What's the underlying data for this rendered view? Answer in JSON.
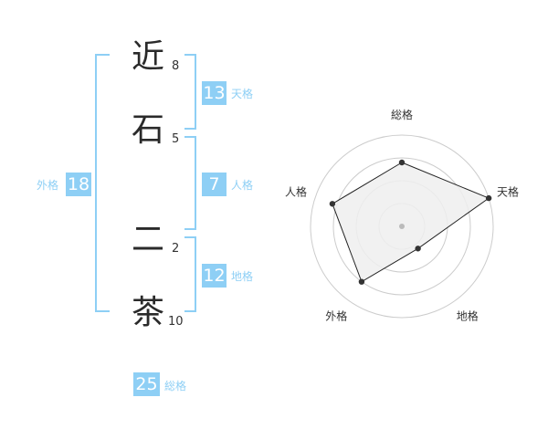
{
  "name": {
    "chars": [
      {
        "char": "近",
        "strokes": "8"
      },
      {
        "char": "石",
        "strokes": "5"
      },
      {
        "char": "二",
        "strokes": "2"
      },
      {
        "char": "茶",
        "strokes": "10"
      }
    ]
  },
  "fortune": {
    "tenkaku": {
      "value": "13",
      "label": "天格"
    },
    "jinkaku": {
      "value": "7",
      "label": "人格"
    },
    "chikaku": {
      "value": "12",
      "label": "地格"
    },
    "gaikaku": {
      "value": "18",
      "label": "外格"
    },
    "soukaku": {
      "value": "25",
      "label": "総格"
    }
  },
  "chart_data": {
    "type": "radar",
    "axes": [
      "総格",
      "天格",
      "地格",
      "外格",
      "人格"
    ],
    "values": [
      0.7,
      1.0,
      0.3,
      0.75,
      0.8
    ],
    "range": [
      0,
      1
    ],
    "rings": 4,
    "colors": {
      "fill": "#eeeeee",
      "line": "#222222",
      "ring": "#cccccc",
      "point": "#333333"
    }
  }
}
